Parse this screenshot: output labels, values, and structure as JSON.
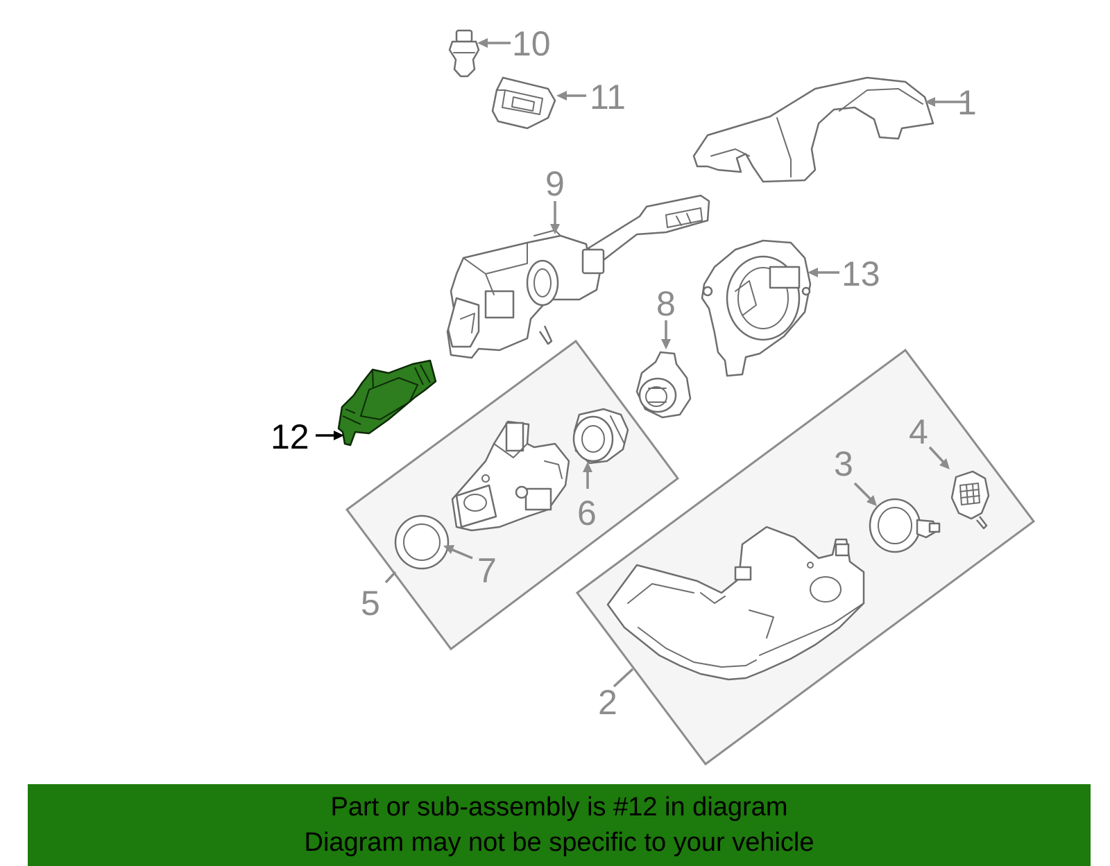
{
  "callouts": {
    "c1": "1",
    "c2": "2",
    "c3": "3",
    "c4": "4",
    "c5": "5",
    "c6": "6",
    "c7": "7",
    "c8": "8",
    "c9": "9",
    "c10": "10",
    "c11": "11",
    "c12": "12",
    "c13": "13"
  },
  "highlighted_part": "12",
  "colors": {
    "banner_bg": "#1d7a0c",
    "highlight_fill": "#2e7d1f",
    "line_gray": "#8c8c8c",
    "group_box_fill": "#f5f5f5"
  },
  "banner": {
    "line1": "Part or sub-assembly is #12 in diagram",
    "line2": "Diagram may not be specific to your vehicle"
  }
}
